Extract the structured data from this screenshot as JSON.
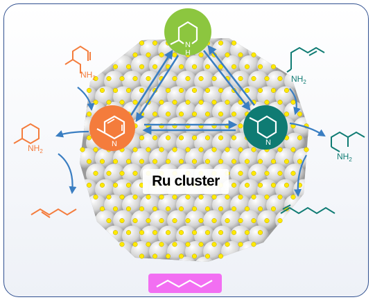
{
  "colors": {
    "orange": "#f47c3c",
    "green": "#8cc63f",
    "teal": "#0f7b73",
    "arrow": "#3a7ec2",
    "dot": "#ffea00",
    "product": "#f26ff2",
    "frame": "#2f4f8f"
  },
  "cluster_label": "Ru cluster",
  "nodes": {
    "pyridine": {
      "atom": "N"
    },
    "piperidine": {
      "atom": "N",
      "h": "H"
    },
    "tetrahydropyridine": {
      "atom": "N"
    }
  },
  "left_intermediates": {
    "amine_top": {
      "group": "NH",
      "sub": "2"
    },
    "amine_mid": {
      "group": "NH",
      "sub": "2"
    }
  },
  "right_intermediates": {
    "amine_top": {
      "group": "NH",
      "sub": "2"
    },
    "amine_mid": {
      "group": "NH",
      "sub": "2"
    }
  }
}
